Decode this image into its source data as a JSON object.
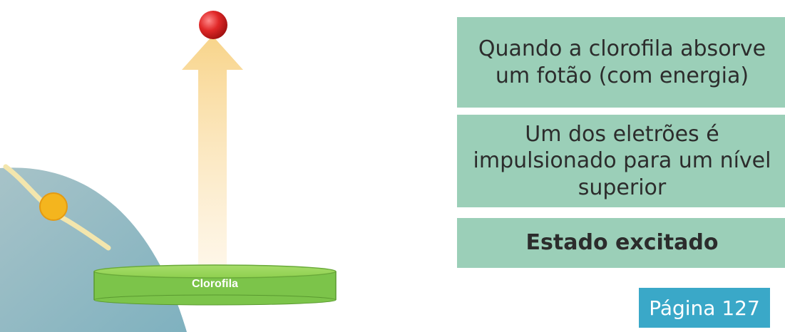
{
  "diagram": {
    "disk_label": "Clorofila",
    "colors": {
      "cell_region": "#8dbbc3",
      "chlorophyll_disk": "#8fd04f",
      "energy_arrow": "#f8d48a",
      "electron": "#e02828",
      "ground_electron": "#f4b51e"
    }
  },
  "boxes": {
    "box1": {
      "lines": [
        "Quando a clorofila absorve",
        "um fotão (com energia)"
      ]
    },
    "box2": {
      "lines": [
        "Um dos eletrões é",
        "impulsionado para um nível",
        "superior"
      ]
    },
    "box3": {
      "text": "Estado excitado"
    }
  },
  "page_badge": {
    "text": "Página 127",
    "color": "#3aa8c8"
  }
}
